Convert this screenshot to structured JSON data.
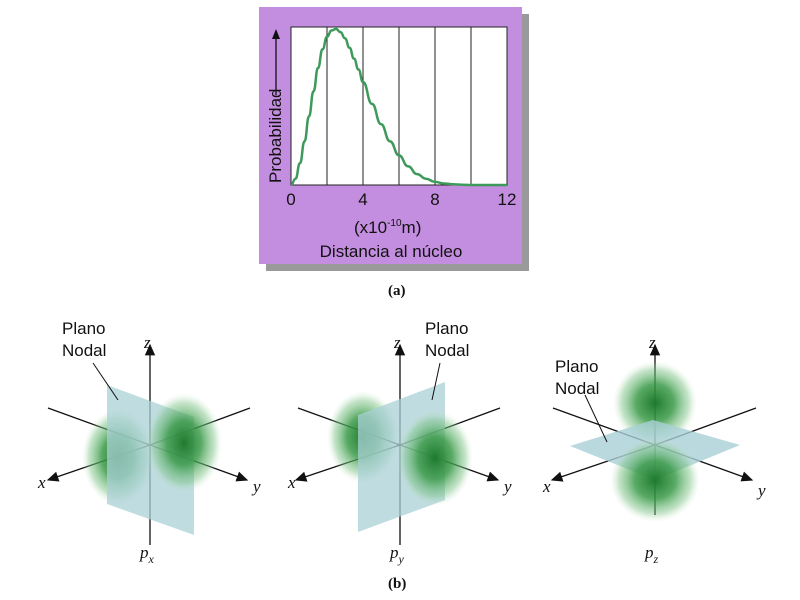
{
  "panel_a": {
    "caption": "(a)",
    "ylabel": "Probabilidad",
    "xunit_prefix": "(x10",
    "xunit_exp": "-10",
    "xunit_suffix": "m)",
    "xlabel": "Distancia al núcleo",
    "xticks": [
      "0",
      "4",
      "8",
      "12"
    ]
  },
  "chart_data": {
    "type": "line",
    "xlabel": "Distancia al núcleo",
    "ylabel": "Probabilidad",
    "xlim": [
      0,
      12
    ],
    "grid_x": [
      2,
      4,
      6,
      8,
      10
    ],
    "series": [
      {
        "x": [
          0,
          0.25,
          0.5,
          0.75,
          1.0,
          1.25,
          1.5,
          1.75,
          2.0,
          2.25,
          2.5,
          2.75,
          3.0,
          3.25,
          3.5,
          3.75,
          4.0,
          4.5,
          5.0,
          5.5,
          6.0,
          6.5,
          7.0,
          7.5,
          8.0,
          8.5,
          9.0,
          9.5,
          10.0,
          11.0,
          12.0
        ],
        "y": [
          0,
          0.04,
          0.14,
          0.28,
          0.44,
          0.6,
          0.75,
          0.87,
          0.95,
          0.99,
          1.0,
          0.98,
          0.94,
          0.88,
          0.81,
          0.74,
          0.66,
          0.52,
          0.39,
          0.28,
          0.19,
          0.12,
          0.07,
          0.04,
          0.02,
          0.01,
          0.005,
          0.002,
          0.0,
          0.0,
          0.0
        ]
      }
    ],
    "line_color": "#3e9a5a"
  },
  "panel_b": {
    "caption": "(b)",
    "axis_x": "x",
    "axis_y": "y",
    "axis_z": "z",
    "orbitals": [
      {
        "sub_base": "p",
        "sub_index": "x",
        "plane_label_1": "Plano",
        "plane_label_2": "Nodal"
      },
      {
        "sub_base": "p",
        "sub_index": "y",
        "plane_label_1": "Plano",
        "plane_label_2": "Nodal"
      },
      {
        "sub_base": "p",
        "sub_index": "z",
        "plane_label_1": "Plano",
        "plane_label_2": "Nodal"
      }
    ]
  },
  "colors": {
    "panel_bg": "#c48ee0",
    "plane": "#a9d0d6",
    "lobe": "#2e8b3e"
  }
}
